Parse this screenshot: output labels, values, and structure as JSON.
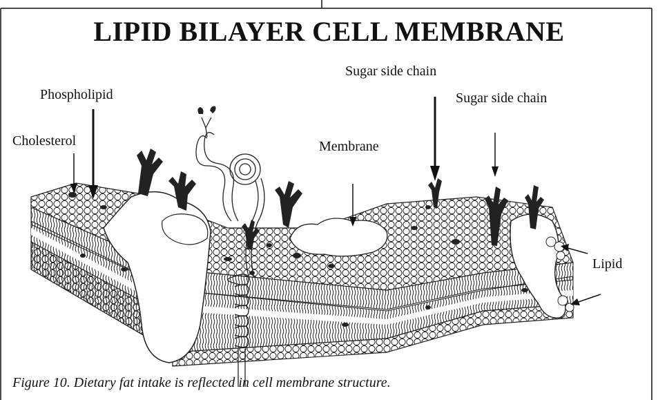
{
  "title": "LIPID BILAYER CELL MEMBRANE",
  "labels": {
    "sugar_side_chain_1": "Sugar side chain",
    "sugar_side_chain_2": "Sugar side chain",
    "phospholipid": "Phospholipid",
    "cholesterol": "Cholesterol",
    "membrane": "Membrane",
    "lipid": "Lipid"
  },
  "caption": "Figure 10. Dietary fat intake is reflected in cell membrane structure."
}
